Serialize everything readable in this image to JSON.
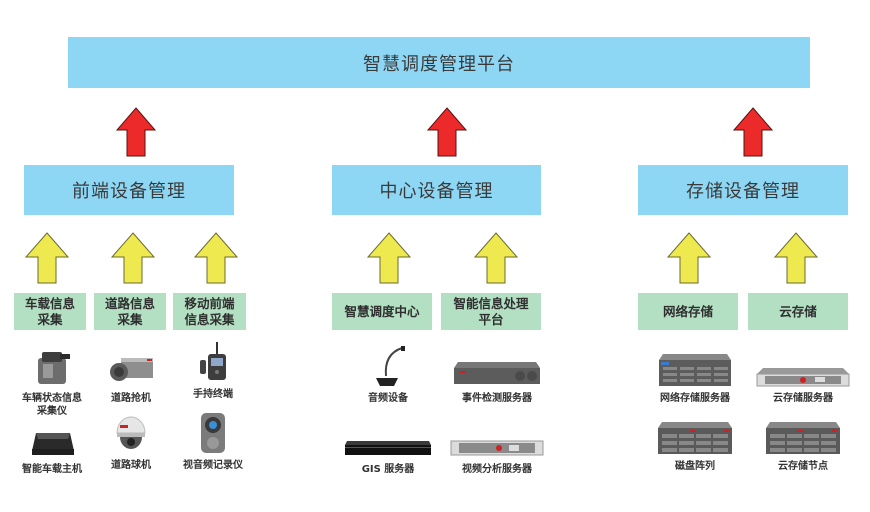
{
  "platform": {
    "title": "智慧调度管理平台"
  },
  "colors": {
    "blue_box": "#8dd7f5",
    "green_box": "#b3dfc3",
    "red_arrow": "#ec2a2a",
    "yellow_arrow": "#eee94f"
  },
  "groups": [
    {
      "title": "前端设备管理",
      "sources": [
        "车载信息\n采集",
        "道路信息\n采集",
        "移动前端\n信息采集"
      ],
      "devices": [
        {
          "label": "车辆状态信息\n采集仪",
          "icon": "vehicle-sensor-icon"
        },
        {
          "label": "道路抢机",
          "icon": "box-camera-icon"
        },
        {
          "label": "手持终端",
          "icon": "handheld-terminal-icon"
        },
        {
          "label": "智能车载主机",
          "icon": "vehicle-host-icon"
        },
        {
          "label": "道路球机",
          "icon": "dome-camera-icon"
        },
        {
          "label": "视音频记录仪",
          "icon": "body-recorder-icon"
        }
      ]
    },
    {
      "title": "中心设备管理",
      "sources": [
        "智慧调度中心",
        "智能信息处理\n平台"
      ],
      "devices": [
        {
          "label": "音频设备",
          "icon": "microphone-icon"
        },
        {
          "label": "事件检测服务器",
          "icon": "server-icon"
        },
        {
          "label": "GIS 服务器",
          "icon": "rack-server-icon"
        },
        {
          "label": "视频分析服务器",
          "icon": "rack-server-icon"
        }
      ]
    },
    {
      "title": "存储设备管理",
      "sources": [
        "网络存储",
        "云存储"
      ],
      "devices": [
        {
          "label": "网络存储服务器",
          "icon": "storage-server-icon"
        },
        {
          "label": "云存储服务器",
          "icon": "rack-server-icon"
        },
        {
          "label": "磁盘阵列",
          "icon": "disk-array-icon"
        },
        {
          "label": "云存储节点",
          "icon": "disk-array-icon"
        }
      ]
    }
  ]
}
